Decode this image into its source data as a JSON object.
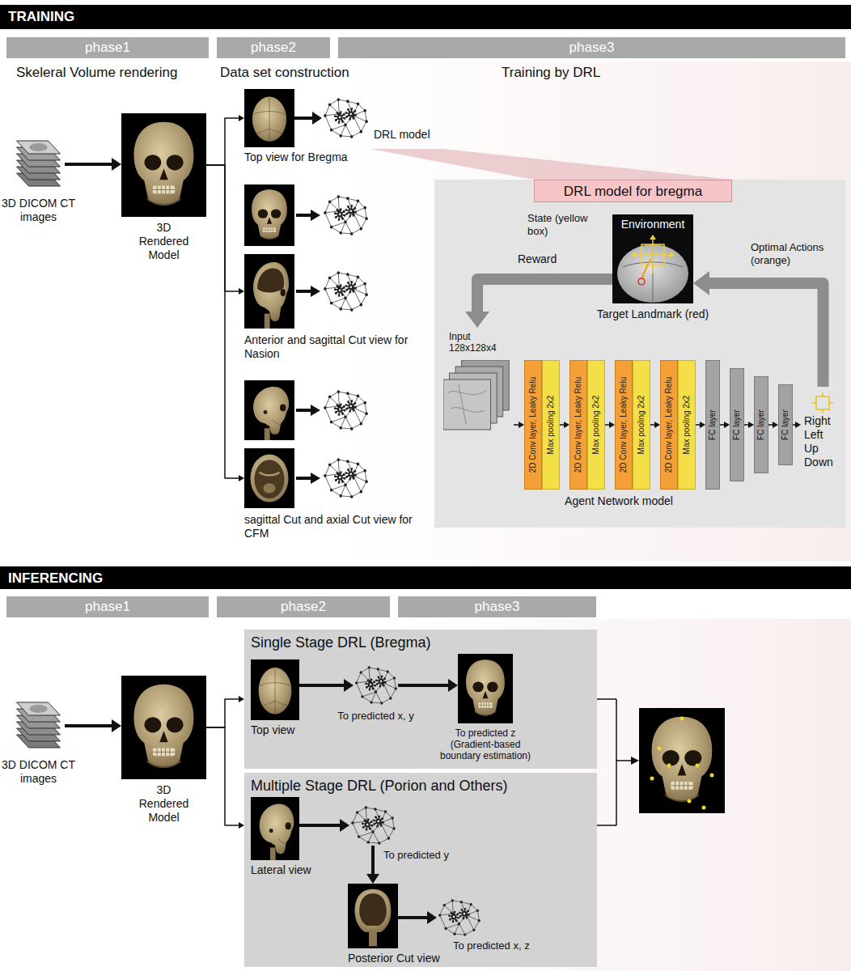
{
  "diagram": {
    "nodes": [
      {
        "text": [
          "TRAINING"
        ]
      },
      {
        "text": [
          "phase1"
        ]
      },
      {
        "text": [
          "phase2"
        ]
      },
      {
        "text": [
          "phase3"
        ]
      },
      {
        "text": [
          "3D DICOM CT images"
        ]
      },
      {
        "text": [
          "3D Rendered Model"
        ]
      },
      {
        "text": [
          "Top view for Bregma"
        ]
      },
      {
        "text": [
          "Anterior and sagittal Cut view for Nasion"
        ]
      },
      {
        "text": [
          "sagittal Cut and axial Cut view for CFM"
        ]
      },
      {
        "text": [
          "DRL model"
        ]
      },
      {
        "text": [
          "DRL model for bregma"
        ]
      },
      {
        "text": [
          "Environment",
          "Target Landmark (red)"
        ],
        "in": 10
      },
      {
        "text": [
          "Input 128x128x4"
        ],
        "in": 10
      },
      {
        "text": [
          "Agent Network model"
        ],
        "in": 10
      },
      {
        "text": [
          "2D Conv layer, Leaky Relu"
        ],
        "in": 13
      },
      {
        "text": [
          "Max pooling 2x2"
        ],
        "in": 13
      },
      {
        "text": [
          "2D Conv layer, Leaky Relu"
        ],
        "in": 13
      },
      {
        "text": [
          "Max pooling 2x2"
        ],
        "in": 13
      },
      {
        "text": [
          "2D Conv layer, Leaky Relu"
        ],
        "in": 13
      },
      {
        "text": [
          "Max pooling 2x2"
        ],
        "in": 13
      },
      {
        "text": [
          "2D Conv layer, Leaky Relu"
        ],
        "in": 13
      },
      {
        "text": [
          "Max pooling 2x2"
        ],
        "in": 13
      },
      {
        "text": [
          "FC layer"
        ],
        "in": 13
      },
      {
        "text": [
          "FC layer"
        ],
        "in": 13
      },
      {
        "text": [
          "FC layer"
        ],
        "in": 13
      },
      {
        "text": [
          "FC layer"
        ],
        "in": 13
      },
      {
        "text": [
          "Right Left Up Down"
        ],
        "in": 10
      },
      {
        "text": [
          "INFERENCING"
        ]
      },
      {
        "text": [
          "phase1"
        ]
      },
      {
        "text": [
          "phase2"
        ]
      },
      {
        "text": [
          "phase3"
        ]
      },
      {
        "text": [
          "3D DICOM CT images"
        ]
      },
      {
        "text": [
          "3D Rendered Model"
        ]
      },
      {
        "text": [
          "Single Stage DRL (Bregma)"
        ]
      },
      {
        "text": [
          "Top view"
        ],
        "in": 33
      },
      {
        "text": [
          "To predicted x, y"
        ],
        "in": 33
      },
      {
        "text": [
          "To predicted z (Gradient-based boundary estimation)"
        ],
        "in": 33
      },
      {
        "text": [
          "Multiple Stage DRL (Porion and Others)"
        ]
      },
      {
        "text": [
          "Lateral view"
        ],
        "in": 37
      },
      {
        "text": [
          "To predicted y"
        ],
        "in": 37
      },
      {
        "text": [
          "Posterior Cut view"
        ],
        "in": 37
      },
      {
        "text": [
          "To predicted x, z"
        ],
        "in": 37
      }
    ],
    "edges": [
      {
        "from": 4,
        "to": 5,
        "arrow": "to"
      },
      {
        "from": 5,
        "to": 6,
        "arrow": "to"
      },
      {
        "from": 5,
        "to": 7,
        "arrow": "to"
      },
      {
        "from": 5,
        "to": 8,
        "arrow": "to"
      },
      {
        "from": 6,
        "to": 9,
        "arrow": "to"
      },
      {
        "from": 11,
        "to": 12,
        "label": "Reward",
        "arrow": "to"
      },
      {
        "from": 12,
        "to": 14,
        "arrow": "to"
      },
      {
        "from": 15,
        "to": 16,
        "arrow": "to"
      },
      {
        "from": 17,
        "to": 18,
        "arrow": "to"
      },
      {
        "from": 19,
        "to": 20,
        "arrow": "to"
      },
      {
        "from": 21,
        "to": 22,
        "arrow": "to"
      },
      {
        "from": 22,
        "to": 23,
        "arrow": "to"
      },
      {
        "from": 23,
        "to": 24,
        "arrow": "to"
      },
      {
        "from": 24,
        "to": 25,
        "arrow": "to"
      },
      {
        "from": 25,
        "to": 26,
        "arrow": "to"
      },
      {
        "from": 26,
        "to": 11,
        "label": "Optimal Actions (orange)",
        "arrow": "to"
      },
      {
        "from": 31,
        "to": 32,
        "arrow": "to"
      },
      {
        "from": 32,
        "to": 33,
        "arrow": "to"
      },
      {
        "from": 32,
        "to": 37,
        "arrow": "to"
      },
      {
        "from": 34,
        "to": 35,
        "arrow": "to"
      },
      {
        "from": 35,
        "to": 36,
        "arrow": "to"
      },
      {
        "from": 38,
        "to": 39,
        "arrow": "to"
      },
      {
        "from": 39,
        "to": 40,
        "arrow": "to"
      },
      {
        "from": 40,
        "to": 41,
        "arrow": "to"
      }
    ],
    "labels": [
      "Skeleral Volume rendering",
      "Data set construction",
      "Training by DRL",
      "State (yellow box)"
    ]
  }
}
